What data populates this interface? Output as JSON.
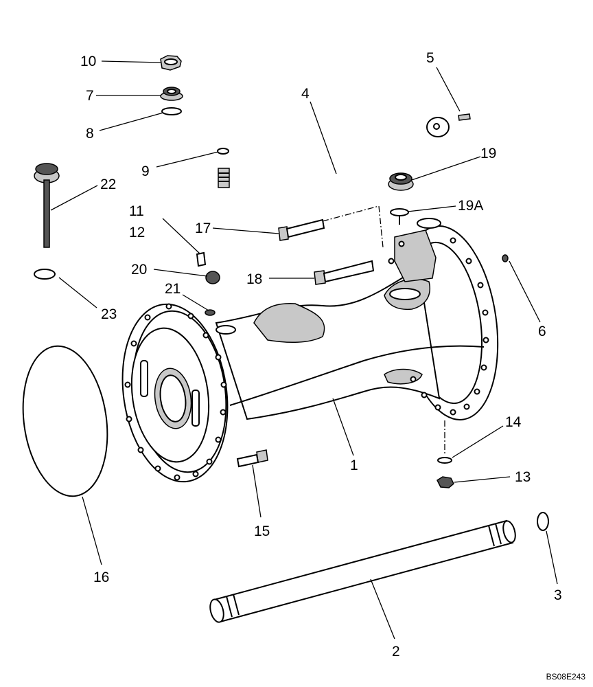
{
  "diagram": {
    "reference_code": "BS08E243",
    "callouts": [
      {
        "id": "c10",
        "text": "10"
      },
      {
        "id": "c7",
        "text": "7"
      },
      {
        "id": "c8",
        "text": "8"
      },
      {
        "id": "c5",
        "text": "5"
      },
      {
        "id": "c4",
        "text": "4"
      },
      {
        "id": "c9",
        "text": "9"
      },
      {
        "id": "c19",
        "text": "19"
      },
      {
        "id": "c22",
        "text": "22"
      },
      {
        "id": "c19a",
        "text": "19A"
      },
      {
        "id": "c11",
        "text": "11"
      },
      {
        "id": "c12",
        "text": "12"
      },
      {
        "id": "c17",
        "text": "17"
      },
      {
        "id": "c20",
        "text": "20"
      },
      {
        "id": "c18",
        "text": "18"
      },
      {
        "id": "c21",
        "text": "21"
      },
      {
        "id": "c23",
        "text": "23"
      },
      {
        "id": "c6",
        "text": "6"
      },
      {
        "id": "c14",
        "text": "14"
      },
      {
        "id": "c1",
        "text": "1"
      },
      {
        "id": "c13",
        "text": "13"
      },
      {
        "id": "c15",
        "text": "15"
      },
      {
        "id": "c16",
        "text": "16"
      },
      {
        "id": "c3",
        "text": "3"
      },
      {
        "id": "c2",
        "text": "2"
      }
    ]
  }
}
